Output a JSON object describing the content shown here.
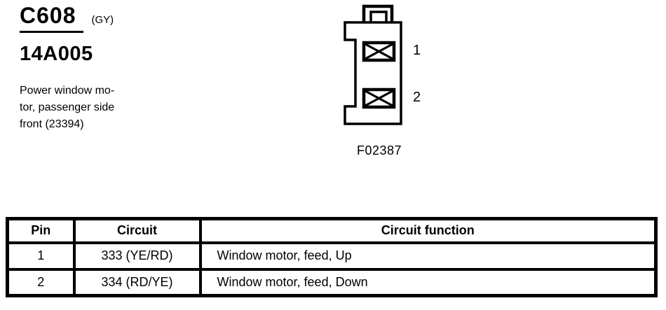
{
  "header": {
    "connector_id": "C608",
    "color_code": "(GY)",
    "part_number": "14A005",
    "description": "Power window mo-\ntor, passenger side\nfront (23394)"
  },
  "figure": {
    "caption": "F02387",
    "pin_labels": [
      "1",
      "2"
    ]
  },
  "table": {
    "columns": [
      "Pin",
      "Circuit",
      "Circuit function"
    ],
    "rows": [
      {
        "pin": "1",
        "circuit": "333 (YE/RD)",
        "function": "Window motor, feed, Up"
      },
      {
        "pin": "2",
        "circuit": "334 (RD/YE)",
        "function": "Window motor, feed, Down"
      }
    ]
  },
  "colors": {
    "ink": "#000000",
    "paper": "#ffffff"
  }
}
